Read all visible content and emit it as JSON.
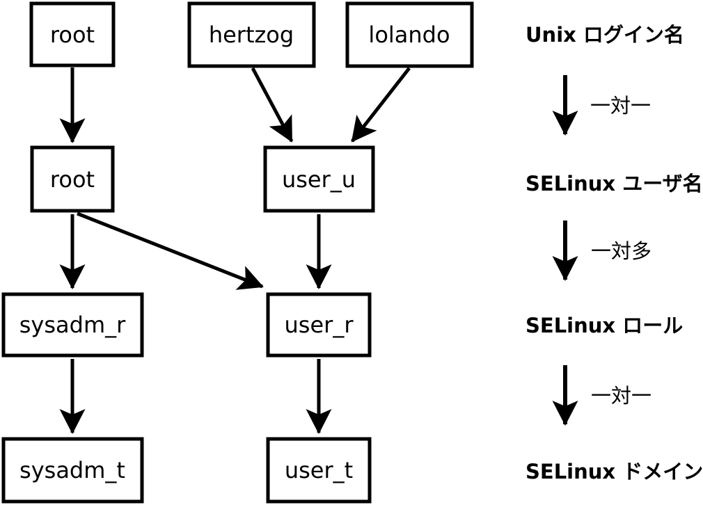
{
  "colors": {
    "line": "#000000",
    "box_fill": "#ffffff",
    "text": "#000000",
    "background": "#ffffff"
  },
  "diagram": {
    "boxes": [
      {
        "name": "unix-login-root",
        "label": "root"
      },
      {
        "name": "unix-login-hertzog",
        "label": "hertzog"
      },
      {
        "name": "unix-login-lolando",
        "label": "lolando"
      },
      {
        "name": "selinux-user-root",
        "label": "root"
      },
      {
        "name": "selinux-user-user-u",
        "label": "user_u"
      },
      {
        "name": "selinux-role-sysadm-r",
        "label": "sysadm_r"
      },
      {
        "name": "selinux-role-user-r",
        "label": "user_r"
      },
      {
        "name": "selinux-domain-sysadm-t",
        "label": "sysadm_t"
      },
      {
        "name": "selinux-domain-user-t",
        "label": "user_t"
      }
    ],
    "edges": [
      {
        "from": "root (Unix login)",
        "to": "root (SELinux user)"
      },
      {
        "from": "hertzog",
        "to": "user_u"
      },
      {
        "from": "lolando",
        "to": "user_u"
      },
      {
        "from": "root (SELinux user)",
        "to": "sysadm_r"
      },
      {
        "from": "root (SELinux user)",
        "to": "user_r"
      },
      {
        "from": "user_u",
        "to": "user_r"
      },
      {
        "from": "sysadm_r",
        "to": "sysadm_t"
      },
      {
        "from": "user_r",
        "to": "user_t"
      }
    ]
  },
  "legend": {
    "levels": [
      {
        "label": "Unix ログイン名"
      },
      {
        "label": "SELinux ユーザ名"
      },
      {
        "label": "SELinux ロール"
      },
      {
        "label": "SELinux ドメイン"
      }
    ],
    "relations": [
      {
        "label": "一対一"
      },
      {
        "label": "一対多"
      },
      {
        "label": "一対一"
      }
    ]
  }
}
